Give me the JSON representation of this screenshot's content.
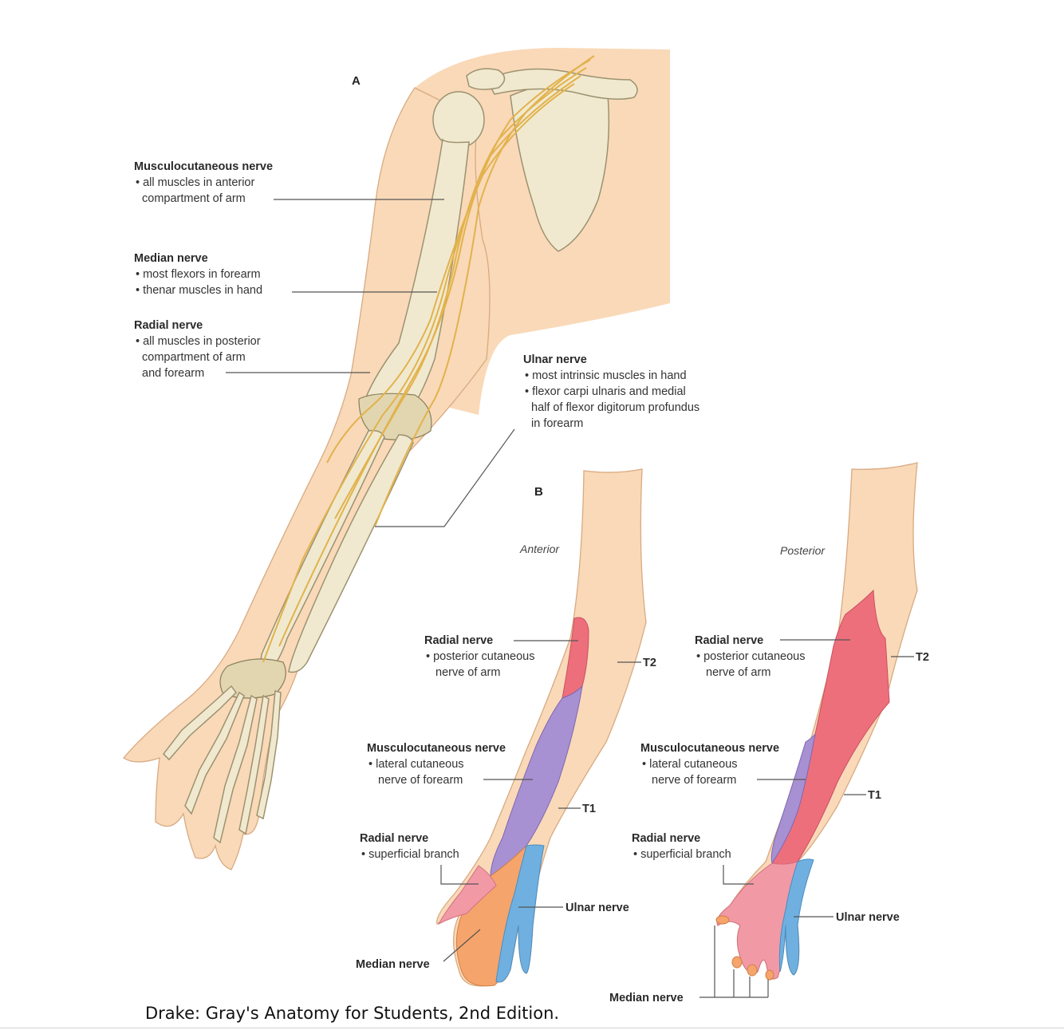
{
  "panel_a": {
    "letter": "A",
    "musculocutaneous": {
      "title": "Musculocutaneous nerve",
      "b1": "• all muscles in anterior",
      "b2": "compartment of arm"
    },
    "median": {
      "title": "Median nerve",
      "b1": "• most flexors in forearm",
      "b2": "• thenar muscles in hand"
    },
    "radial": {
      "title": "Radial nerve",
      "b1": "• all muscles in posterior",
      "b2": "compartment of arm",
      "b3": "and forearm"
    },
    "ulnar": {
      "title": "Ulnar nerve",
      "b1": "• most intrinsic muscles in hand",
      "b2": "• flexor carpi ulnaris and medial",
      "b3": "half of flexor digitorum profundus",
      "b4": "in forearm"
    }
  },
  "panel_b": {
    "letter": "B",
    "anterior": {
      "view": "Anterior",
      "radial": {
        "title": "Radial nerve",
        "b1": "• posterior cutaneous",
        "b2": "nerve of arm"
      },
      "musculocutaneous": {
        "title": "Musculocutaneous nerve",
        "b1": "• lateral cutaneous",
        "b2": "nerve of forearm"
      },
      "radial_superficial": {
        "title": "Radial nerve",
        "b1": "• superficial branch"
      },
      "median": "Median nerve",
      "ulnar": "Ulnar nerve",
      "t2": "T2",
      "t1": "T1"
    },
    "posterior": {
      "view": "Posterior",
      "radial": {
        "title": "Radial nerve",
        "b1": "• posterior cutaneous",
        "b2": "nerve of arm"
      },
      "musculocutaneous": {
        "title": "Musculocutaneous nerve",
        "b1": "• lateral cutaneous",
        "b2": "nerve of forearm"
      },
      "radial_superficial": {
        "title": "Radial nerve",
        "b1": "• superficial branch"
      },
      "median": "Median nerve",
      "ulnar": "Ulnar nerve",
      "t2": "T2",
      "t1": "T1"
    }
  },
  "colors": {
    "skin": "#f9d9b8",
    "radial": "#ee6f7c",
    "musculocutaneous": "#a891d2",
    "median": "#f5a46b",
    "ulnar": "#6fb0e0",
    "radial_superficial": "#f19aa6",
    "bone": "#f1e9cf",
    "nerve": "#e2b24c"
  },
  "caption": "Drake: Gray's Anatomy for Students, 2nd Edition."
}
